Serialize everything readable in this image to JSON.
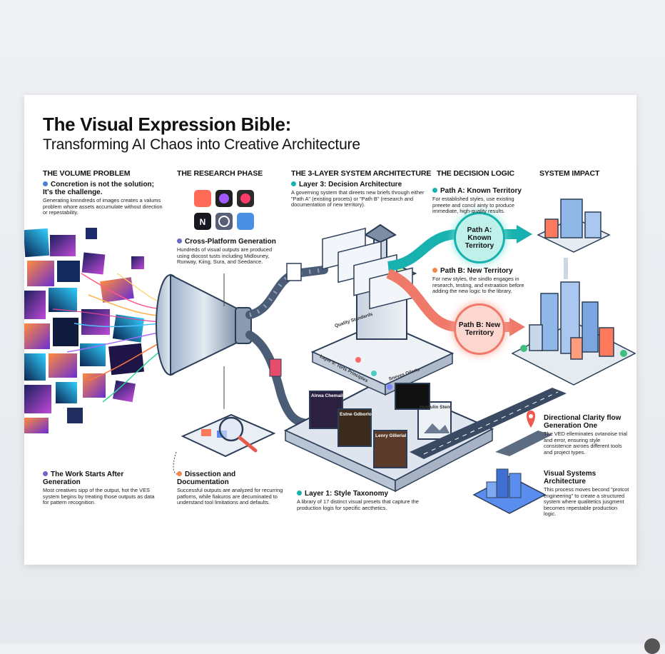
{
  "title": "The Visual Expression Bible:",
  "subtitle": "Transforming AI Chaos into Creative Architecture",
  "columns": {
    "volume": "THE VOLUME PROBLEM",
    "research": "THE RESEARCH PHASE",
    "architecture": "THE 3-LAYER SYSTEM ARCHITECTURE",
    "decision": "THE DECISION LOGIC",
    "impact": "SYSTEM IMPACT"
  },
  "notes": {
    "concretion": {
      "heading": "Concretion is not the solution; It's the challenge.",
      "body": "Generating knnndreds of images creates a valums problem whore assets accumulate without direction or repestability."
    },
    "work_starts": {
      "heading": "The Work Starts After Generation",
      "body": "Most creatives sipp of the output, hot the VES system begins by treating those outputs as data for pattern recognition."
    },
    "cross_platform": {
      "heading": "Cross-Platform Generation",
      "body": "Hundreds of visual outputs are produced using diocost tusts including Midlouney, Runway, Kiing, Sura, and Seedance."
    },
    "dissection": {
      "heading": "Dissection and Documentation",
      "body": "Successful outputs are analyzed for recurring patforns, while fiakuros are decuminated to understand tool limitations and defaults."
    },
    "layer3": {
      "heading": "Layer 3: Decision Architecture",
      "body": "A governing system that direets new briefs through either \"Path A\" (existing procets) or \"Path B\" (research and documentation of new territory)."
    },
    "layer1": {
      "heading": "Layer 1: Style Taxonomy",
      "body": "A library of 17 distinct visual presets that capture the production logis for specific aecthetics."
    },
    "path_a": {
      "heading": "Path A: Known Territory",
      "body": "For established styles, use existing preeete and concil ainty to produce immediate, high-quality results."
    },
    "path_b": {
      "heading": "Path B: New Territory",
      "body": "For new styles, the sindlo engages in research, testing, and extraation before adding the new logic to the library."
    },
    "directional": {
      "heading": "Directional Clarity flow Generation One",
      "body": "The VED elleminates ovtanoise trial and error, ensuring style consistence axroes different tools and project types."
    },
    "visual_systems": {
      "heading": "Visual Systems Architecture",
      "body": "This process moves becond \"protcot engineering\" to create a structured system where qualitetics jusgment becomes repestable production logic."
    }
  },
  "bubbles": {
    "path_a": "Path A: Known Territory",
    "path_b": "Path B: New Territory"
  },
  "panel_labels": {
    "quality": "Quality Standards",
    "layer2": "Layer 5: Torts Principles",
    "sneves": "Sneves Oilerts",
    "card1": "Alrwa Chemaile",
    "card2": "Estne Gdborlo",
    "card3": "Lenry Gillerial",
    "card4": "Mvloulin Stent"
  },
  "colors": {
    "teal": "#17b2b0",
    "salmon": "#f07a6a",
    "blue_dot": "#4c7fd6",
    "purple_dot": "#6b68c9",
    "orange_dot": "#f08a4b"
  }
}
